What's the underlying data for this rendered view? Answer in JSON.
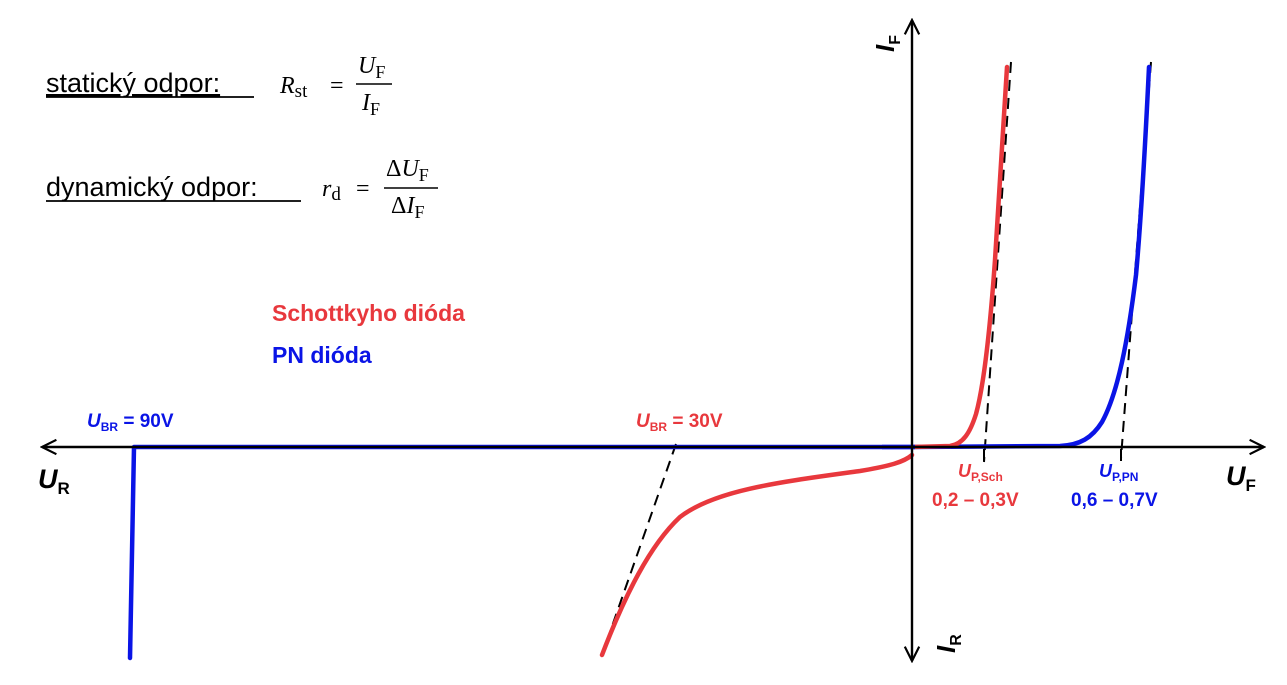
{
  "formulas": {
    "static": {
      "label": "statický odpor:",
      "symbol": "R",
      "symbol_sub": "st",
      "eq": "=",
      "num_var": "U",
      "num_sub": "F",
      "den_var": "I",
      "den_sub": "F"
    },
    "dynamic": {
      "label": "dynamický odpor:",
      "symbol": "r",
      "symbol_sub": "d",
      "eq": "=",
      "num_delta": "Δ",
      "num_var": "U",
      "num_sub": "F",
      "den_delta": "Δ",
      "den_var": "I",
      "den_sub": "F"
    }
  },
  "legend": {
    "schottky": {
      "label": "Schottkyho dióda",
      "color": "#e8383d"
    },
    "pn": {
      "label": "PN dióda",
      "color": "#0a14e6"
    }
  },
  "axes": {
    "forward_voltage": {
      "var": "U",
      "sub": "F"
    },
    "reverse_voltage": {
      "var": "U",
      "sub": "R"
    },
    "forward_current": {
      "var": "I",
      "sub": "F"
    },
    "reverse_current": {
      "var": "I",
      "sub": "R"
    }
  },
  "annotations": {
    "breakdown_pn": {
      "var": "U",
      "sub": "BR",
      "value": " = 90V"
    },
    "breakdown_schottky": {
      "var": "U",
      "sub": "BR",
      "value": " = 30V"
    },
    "threshold_schottky": {
      "var": "U",
      "sub": "P,Sch",
      "range": "0,2 – 0,3V"
    },
    "threshold_pn": {
      "var": "U",
      "sub": "P,PN",
      "range": "0,6 – 0,7V"
    }
  },
  "colors": {
    "axis": "#000000",
    "schottky": "#e8383d",
    "pn": "#0a14e6",
    "tangent": "#000000"
  }
}
